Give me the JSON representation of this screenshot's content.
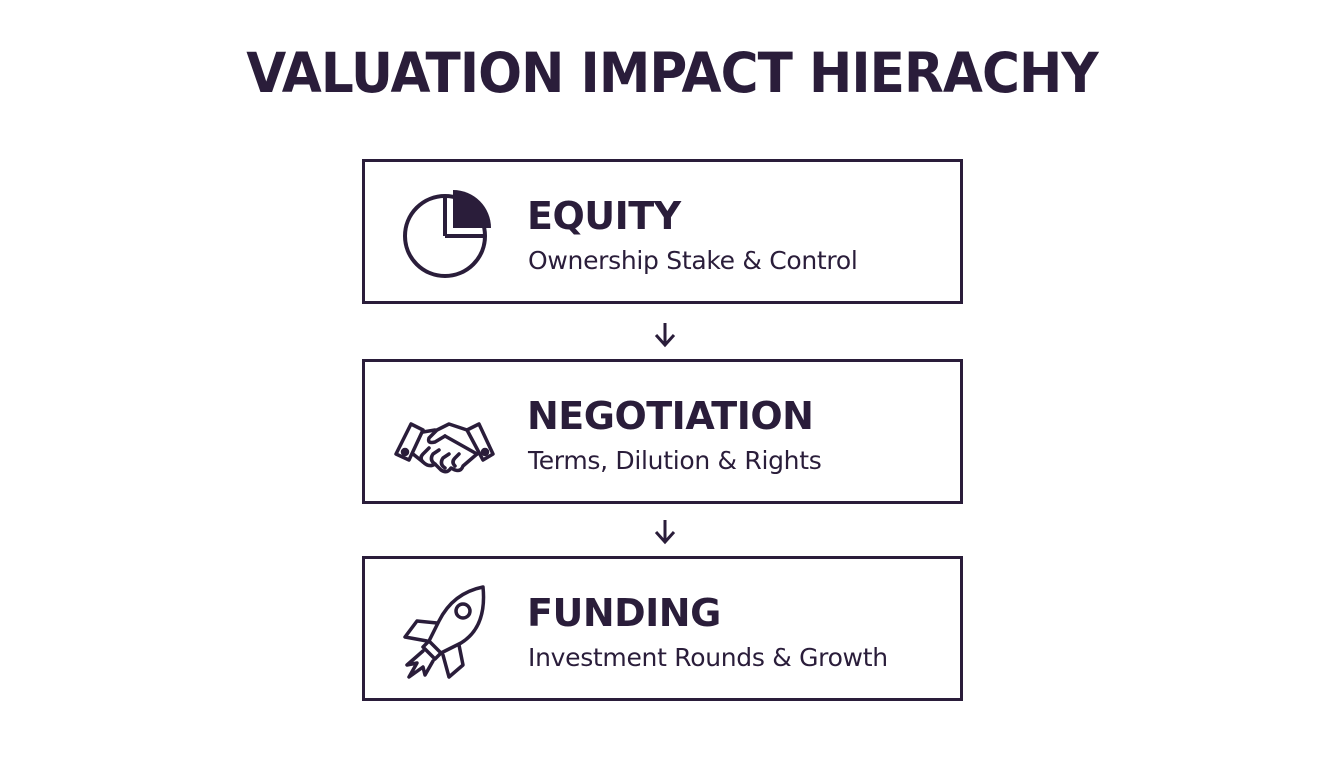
{
  "title": "VALUATION IMPACT HIERACHY",
  "colors": {
    "ink": "#2a1d3a",
    "background": "#ffffff"
  },
  "levels": [
    {
      "icon": "pie-chart-icon",
      "heading": "EQUITY",
      "subtitle": "Ownership Stake & Control"
    },
    {
      "icon": "handshake-icon",
      "heading": "NEGOTIATION",
      "subtitle": "Terms, Dilution & Rights"
    },
    {
      "icon": "rocket-icon",
      "heading": "FUNDING",
      "subtitle": "Investment Rounds & Growth"
    }
  ]
}
